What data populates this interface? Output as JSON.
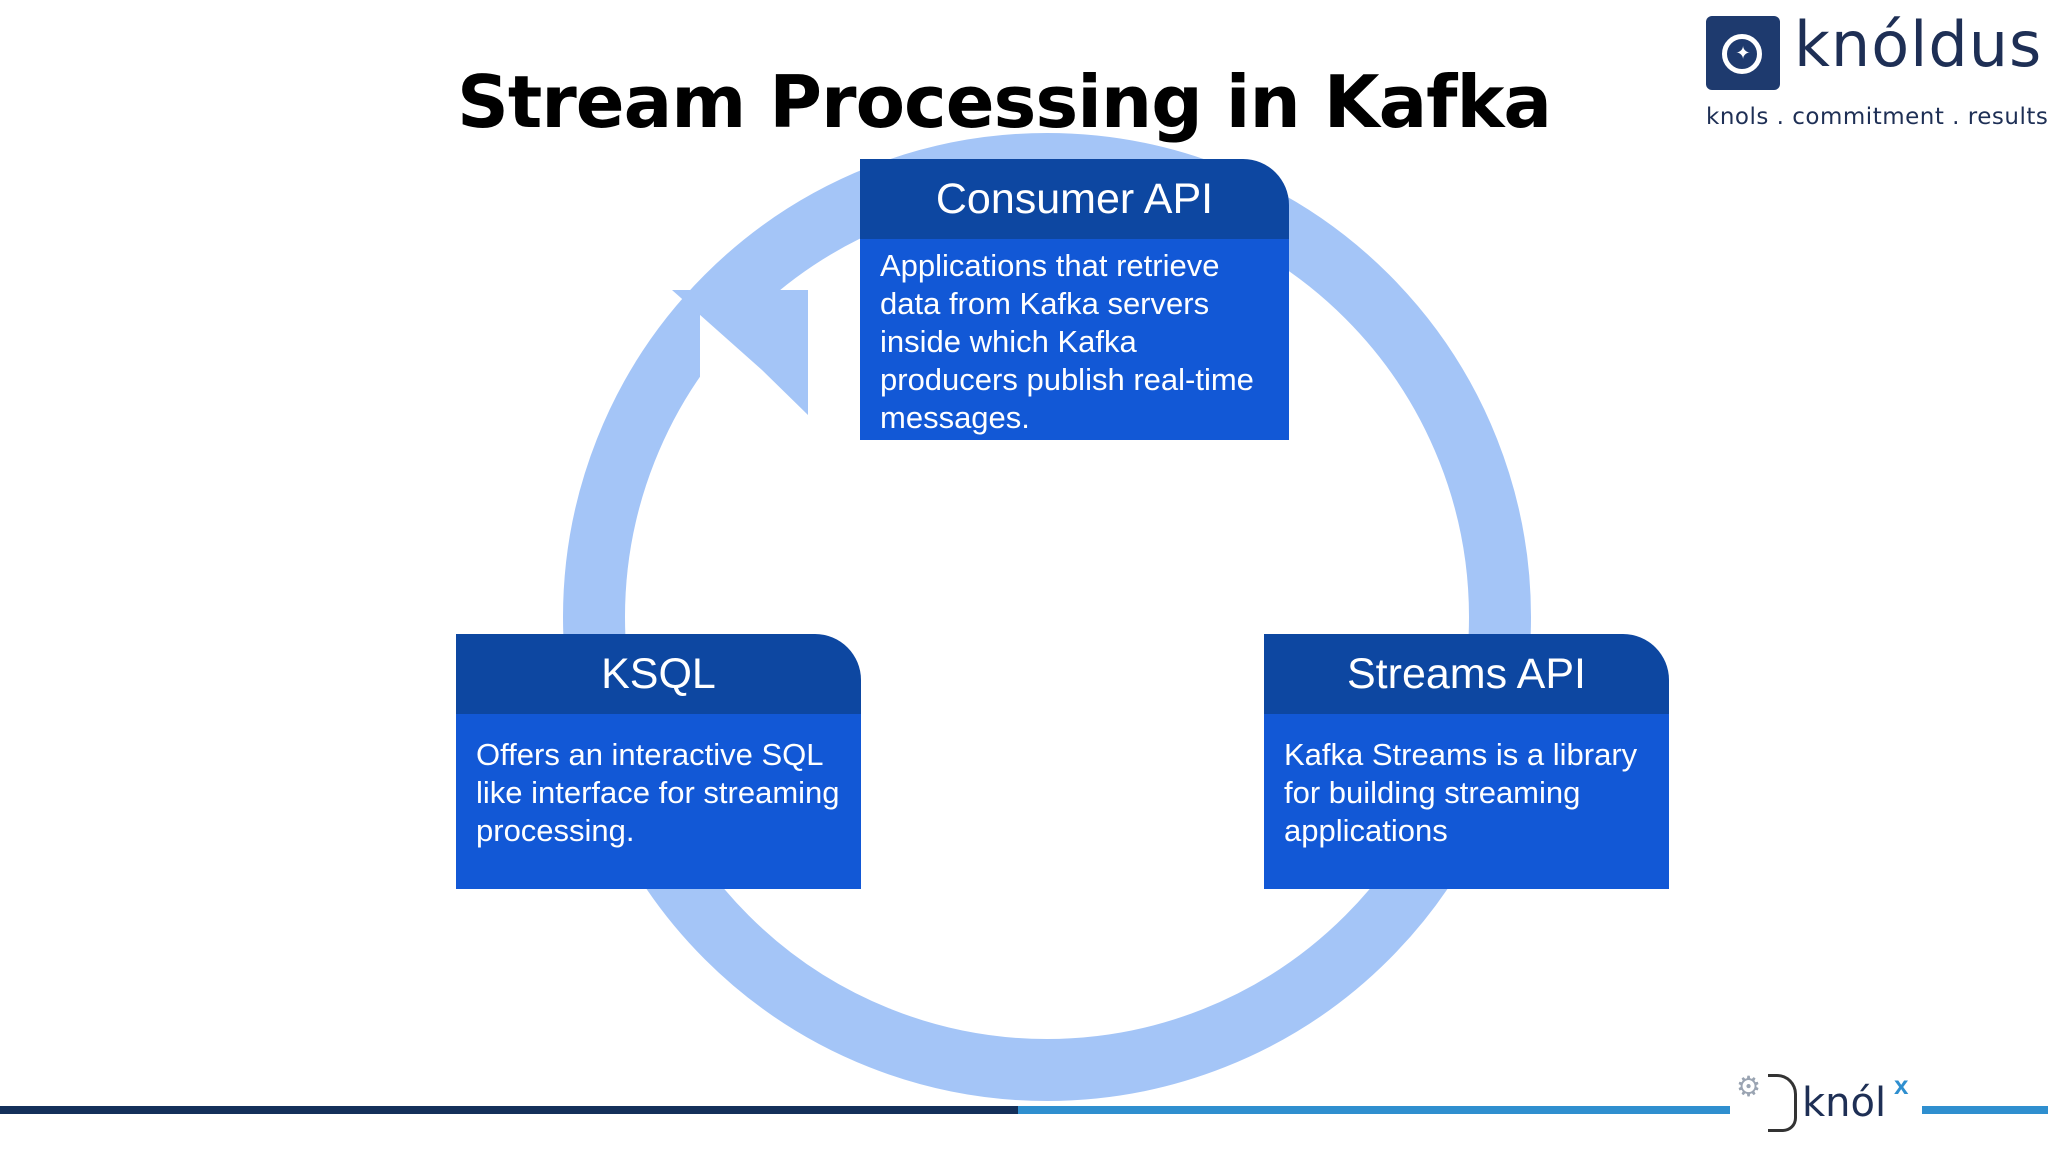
{
  "title": "Stream Processing in Kafka",
  "logo": {
    "brand": "knóldus",
    "tagline": "knols . commitment . results"
  },
  "footer": {
    "brand": "knól",
    "superscript": "x"
  },
  "cards": {
    "consumer": {
      "title": "Consumer API",
      "body": "Applications that retrieve data from Kafka servers inside which Kafka producers publish real-time messages."
    },
    "ksql": {
      "title": "KSQL",
      "body": "Offers an interactive SQL like interface for streaming processing."
    },
    "streams": {
      "title": "Streams API",
      "body": "Kafka Streams is a library for building streaming applications"
    }
  },
  "colors": {
    "cycle": "#a4c5f7",
    "card_header": "#0d47a1",
    "card_body": "#1258d6"
  }
}
